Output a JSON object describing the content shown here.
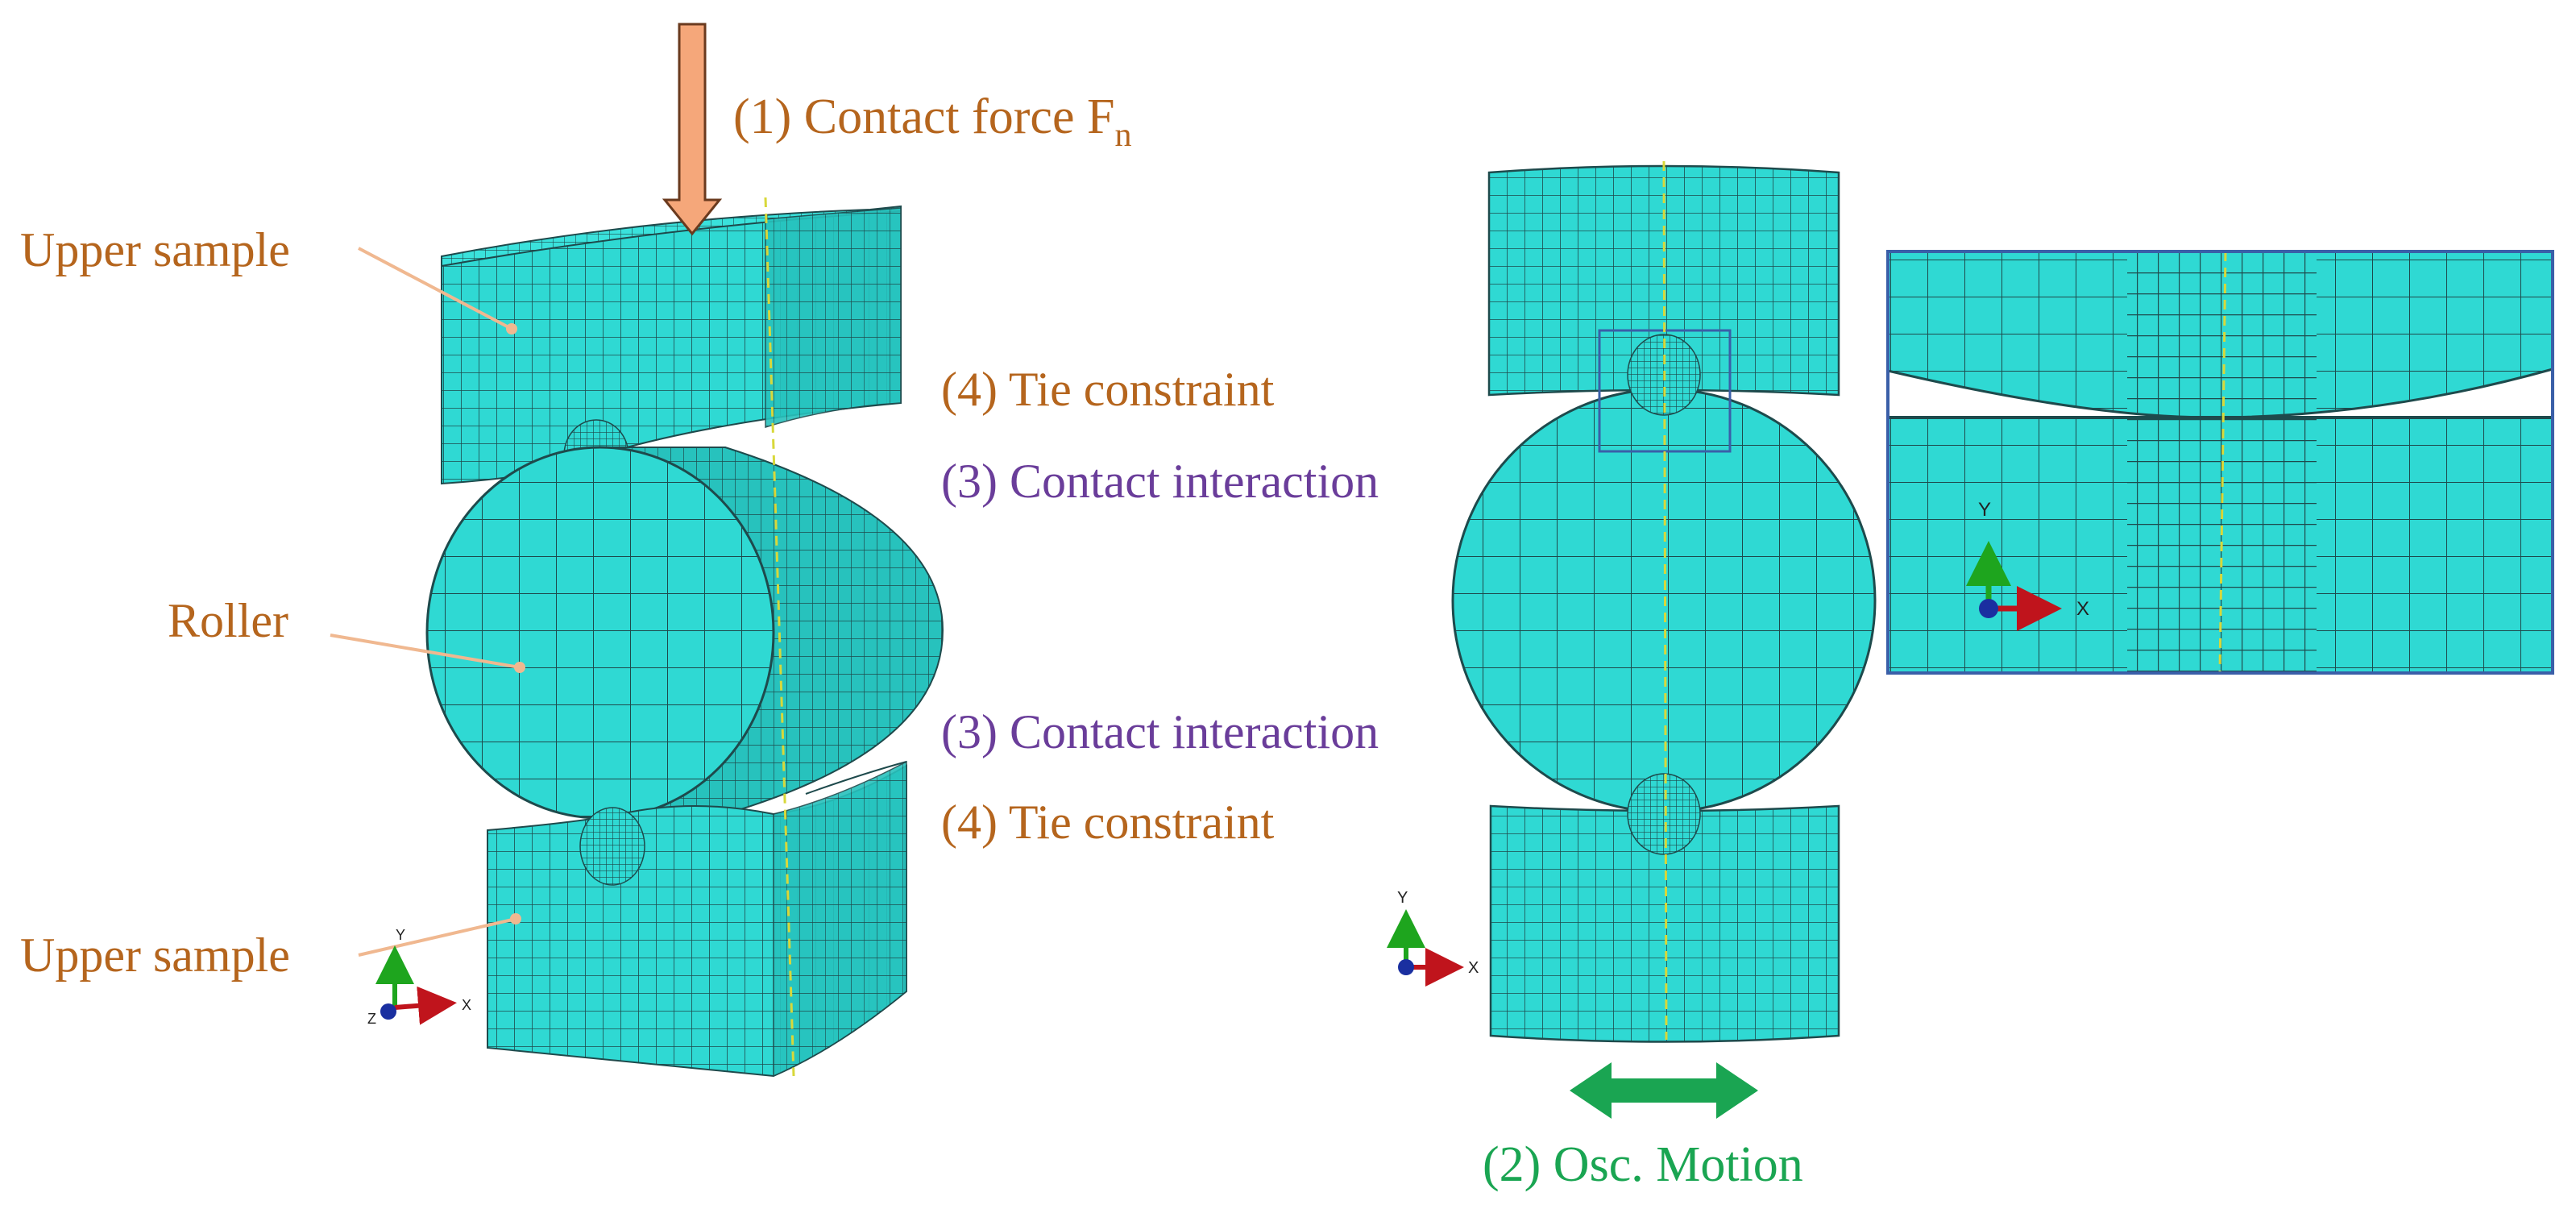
{
  "labels": {
    "contact_force": "(1) Contact force F",
    "contact_force_sub": "n",
    "upper_sample_top": "Upper sample",
    "roller": "Roller",
    "upper_sample_bottom": "Upper sample",
    "tie_top": "(4) Tie constraint",
    "contact_top": "(3) Contact interaction",
    "contact_bottom": "(3) Contact interaction",
    "tie_bottom": "(4) Tie constraint",
    "osc_motion": "(2) Osc. Motion"
  },
  "axes": {
    "x": "X",
    "y": "Y",
    "z": "Z"
  },
  "colors": {
    "mesh_fill": "#2fd9d3",
    "mesh_side": "#25b9b4",
    "mesh_line": "#1e4a4c",
    "label_brown": "#b5651d",
    "label_purple": "#6a3d9a",
    "label_green": "#1aa552",
    "arrow_force": "#f5a77a",
    "leader": "#f0b890",
    "zoom_frame": "#3a5fa8"
  }
}
